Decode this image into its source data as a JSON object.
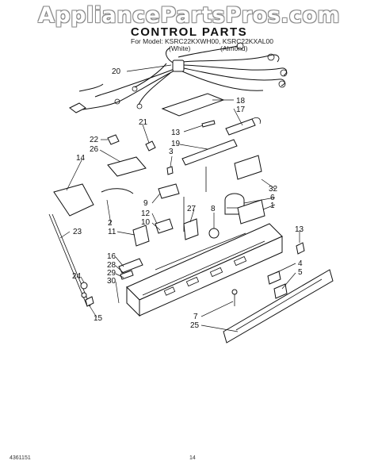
{
  "watermark": "AppliancePartsPros.com",
  "title": "CONTROL PARTS",
  "model_line": "For Model: KSRC22KXWH00, KSRC22KXAL00",
  "variants": [
    "(White)",
    "(Almond)"
  ],
  "footer": {
    "doc_number": "4361151",
    "page": "14"
  },
  "callouts": [
    {
      "id": "20",
      "label": "20"
    },
    {
      "id": "18",
      "label": "18"
    },
    {
      "id": "17",
      "label": "17"
    },
    {
      "id": "21",
      "label": "21"
    },
    {
      "id": "13a",
      "label": "13"
    },
    {
      "id": "19",
      "label": "19"
    },
    {
      "id": "22",
      "label": "22"
    },
    {
      "id": "26",
      "label": "26"
    },
    {
      "id": "3",
      "label": "3"
    },
    {
      "id": "14",
      "label": "14"
    },
    {
      "id": "32",
      "label": "32"
    },
    {
      "id": "6",
      "label": "6"
    },
    {
      "id": "1",
      "label": "1"
    },
    {
      "id": "9",
      "label": "9"
    },
    {
      "id": "8",
      "label": "8"
    },
    {
      "id": "27",
      "label": "27"
    },
    {
      "id": "12",
      "label": "12"
    },
    {
      "id": "10",
      "label": "10"
    },
    {
      "id": "2",
      "label": "2"
    },
    {
      "id": "11",
      "label": "11"
    },
    {
      "id": "23",
      "label": "23"
    },
    {
      "id": "13b",
      "label": "13"
    },
    {
      "id": "16",
      "label": "16"
    },
    {
      "id": "28",
      "label": "28"
    },
    {
      "id": "29",
      "label": "29"
    },
    {
      "id": "30",
      "label": "30"
    },
    {
      "id": "24",
      "label": "24"
    },
    {
      "id": "4",
      "label": "4"
    },
    {
      "id": "5",
      "label": "5"
    },
    {
      "id": "15",
      "label": "15"
    },
    {
      "id": "7",
      "label": "7"
    },
    {
      "id": "25",
      "label": "25"
    }
  ]
}
